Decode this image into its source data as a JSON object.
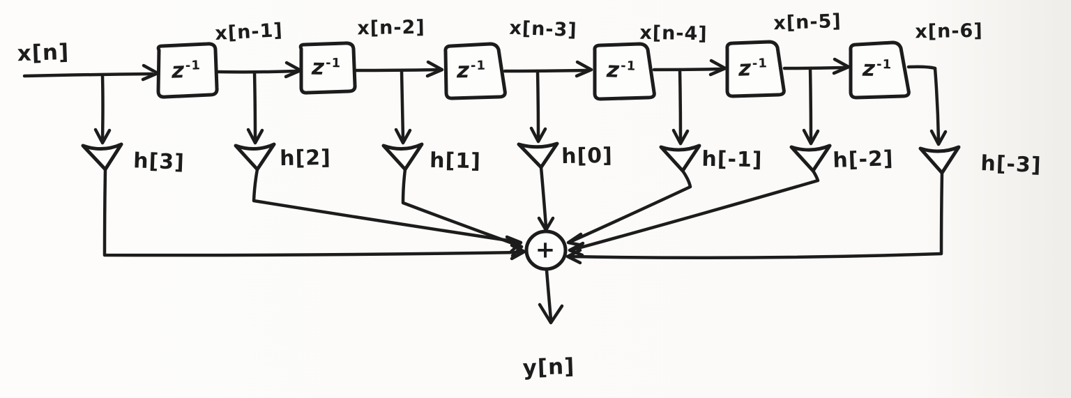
{
  "diagram": {
    "type": "signal-flow-block-diagram",
    "description_visible": false,
    "input_label": "x[n]",
    "output_label": "y[n]",
    "sum_symbol": "+",
    "delay": {
      "base": "z",
      "exponent": "-1"
    },
    "stage_labels": [
      "x[n-1]",
      "x[n-2]",
      "x[n-3]",
      "x[n-4]",
      "x[n-5]",
      "x[n-6]"
    ],
    "tap_labels": [
      "h[3]",
      "h[2]",
      "h[1]",
      "h[0]",
      "h[-1]",
      "h[-2]",
      "h[-3]"
    ],
    "colors": {
      "ink": "#1c1c1c",
      "paper": "#fbfaf8"
    }
  }
}
